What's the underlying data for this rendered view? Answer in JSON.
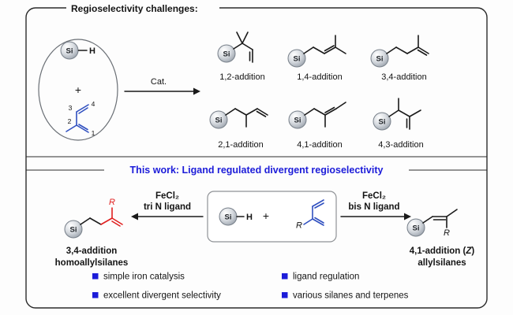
{
  "figure": {
    "section1": {
      "title": "Regioselectivity challenges:",
      "catalyst_label": "Cat.",
      "plus_sign": "+",
      "si_label": "Si",
      "h_label": "H",
      "diene_numbers": {
        "c1": "1",
        "c2": "2",
        "c3": "3",
        "c4": "4"
      },
      "product_labels": [
        "1,2-addition",
        "1,4-addition",
        "3,4-addition",
        "2,1-addition",
        "4,1-addition",
        "4,3-addition"
      ]
    },
    "section2": {
      "heading": "This work: Ligand regulated divergent regioselectivity",
      "plus_sign": "+",
      "si_label": "Si",
      "h_label": "H",
      "r_label": "R",
      "left_conditions": {
        "line1": "FeCl₂",
        "line2": "tri N ligand"
      },
      "right_conditions": {
        "line1": "FeCl₂",
        "line2": "bis N ligand"
      },
      "left_product": {
        "line1": "3,4-addition",
        "line2": "homoallylsilanes"
      },
      "right_product": {
        "line1_pre": "4,1-addition (",
        "line1_z": "Z",
        "line1_post": ")",
        "line2": "allylsilanes"
      },
      "bullets": [
        "simple iron catalysis",
        "ligand regulation",
        "excellent divergent selectivity",
        "various silanes and terpenes"
      ]
    }
  },
  "colors": {
    "accent_blue": "#1c1cd9",
    "structure_blue": "#3050c0",
    "highlight_red": "#e02020",
    "bond_black": "#1a1a1a"
  }
}
